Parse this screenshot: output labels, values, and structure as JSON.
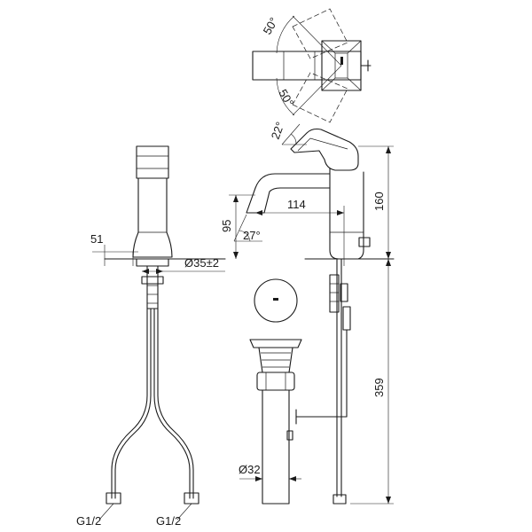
{
  "dimensions": {
    "lever_angle_upper": "50°",
    "lever_angle_lower": "50°",
    "lever_lift_angle": "22°",
    "spout_angle": "27°",
    "total_height": "160",
    "spout_height": "95",
    "spout_reach": "114",
    "base_offset": "51",
    "hole_diameter": "Ø35±2",
    "supply_length": "359",
    "drain_diameter": "Ø32",
    "supply_left": "G1/2",
    "supply_right": "G1/2"
  }
}
